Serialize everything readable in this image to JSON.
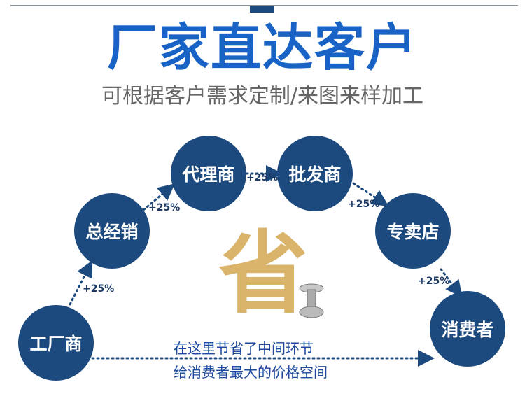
{
  "header": {
    "title": "厂家直达客户",
    "subtitle": "可根据客户需求定制/来图来样加工"
  },
  "nodes": [
    "工厂商",
    "总经销",
    "代理商",
    "批发商",
    "专卖店",
    "消费者"
  ],
  "markups": [
    "+25%",
    "+25%",
    "+25%",
    "+25%",
    "+25%"
  ],
  "center": {
    "save_char": "省",
    "note_line1": "在这里节省了中间环节",
    "note_line2": "给消费者最大的价格空间"
  },
  "colors": {
    "node": "#1d4a7e",
    "title": "#1a63c6",
    "save": "#d9b46a"
  }
}
